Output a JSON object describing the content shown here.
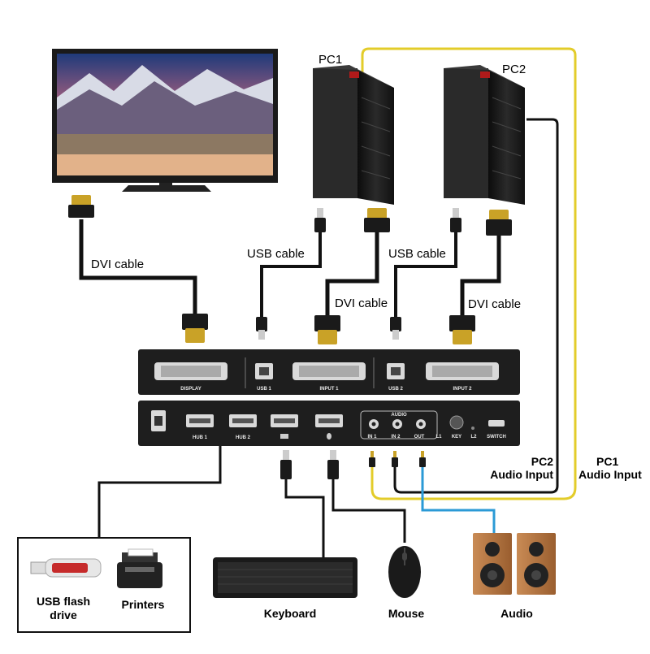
{
  "labels": {
    "pc1": "PC1",
    "pc2": "PC2",
    "dvi_cable_left": "DVI cable",
    "usb_cable_1": "USB cable",
    "usb_cable_2": "USB cable",
    "dvi_cable_mid": "DVI cable",
    "dvi_cable_right": "DVI cable",
    "pc2_audio_line1": "PC2",
    "pc2_audio_line2": "Audio Input",
    "pc1_audio_line1": "PC1",
    "pc1_audio_line2": "Audio Input"
  },
  "kvm_back": {
    "display": "DISPLAY",
    "usb1": "USB 1",
    "input1": "INPUT 1",
    "usb2": "USB 2",
    "input2": "INPUT 2"
  },
  "kvm_front": {
    "hub1": "HUB 1",
    "hub2": "HUB 2",
    "audio": "AUDIO",
    "in1": "IN 1",
    "in2": "IN 2",
    "out": "OUT",
    "l1": "L1",
    "key": "KEY",
    "l2": "L2",
    "switch": "SWITCH"
  },
  "devices": {
    "usb_flash_line1": "USB flash",
    "usb_flash_line2": "drive",
    "printers": "Printers",
    "keyboard": "Keyboard",
    "mouse": "Mouse",
    "audio": "Audio"
  },
  "colors": {
    "cable_black": "#111111",
    "cable_yellow": "#e3cc2a",
    "cable_blue": "#2b9ad6",
    "kvm_body": "#1e1e1e"
  }
}
